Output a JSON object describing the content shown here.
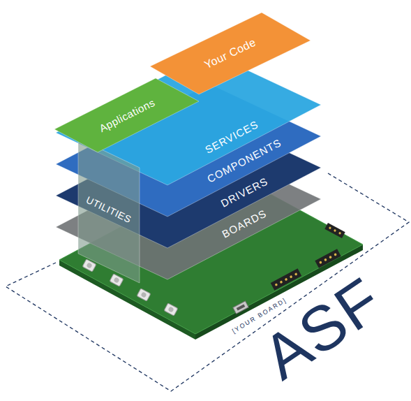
{
  "diagram": {
    "nodes": [
      {
        "text": [
          "Your Code"
        ]
      },
      {
        "text": [
          "Applications"
        ]
      },
      {
        "text": [
          "SERVICES"
        ]
      },
      {
        "text": [
          "COMPONENTS"
        ]
      },
      {
        "text": [
          "DRIVERS"
        ]
      },
      {
        "text": [
          "BOARDS"
        ]
      },
      {
        "text": [
          "UTILITIES"
        ]
      }
    ],
    "labels": [
      "[YOUR BOARD]",
      "ASF"
    ]
  }
}
